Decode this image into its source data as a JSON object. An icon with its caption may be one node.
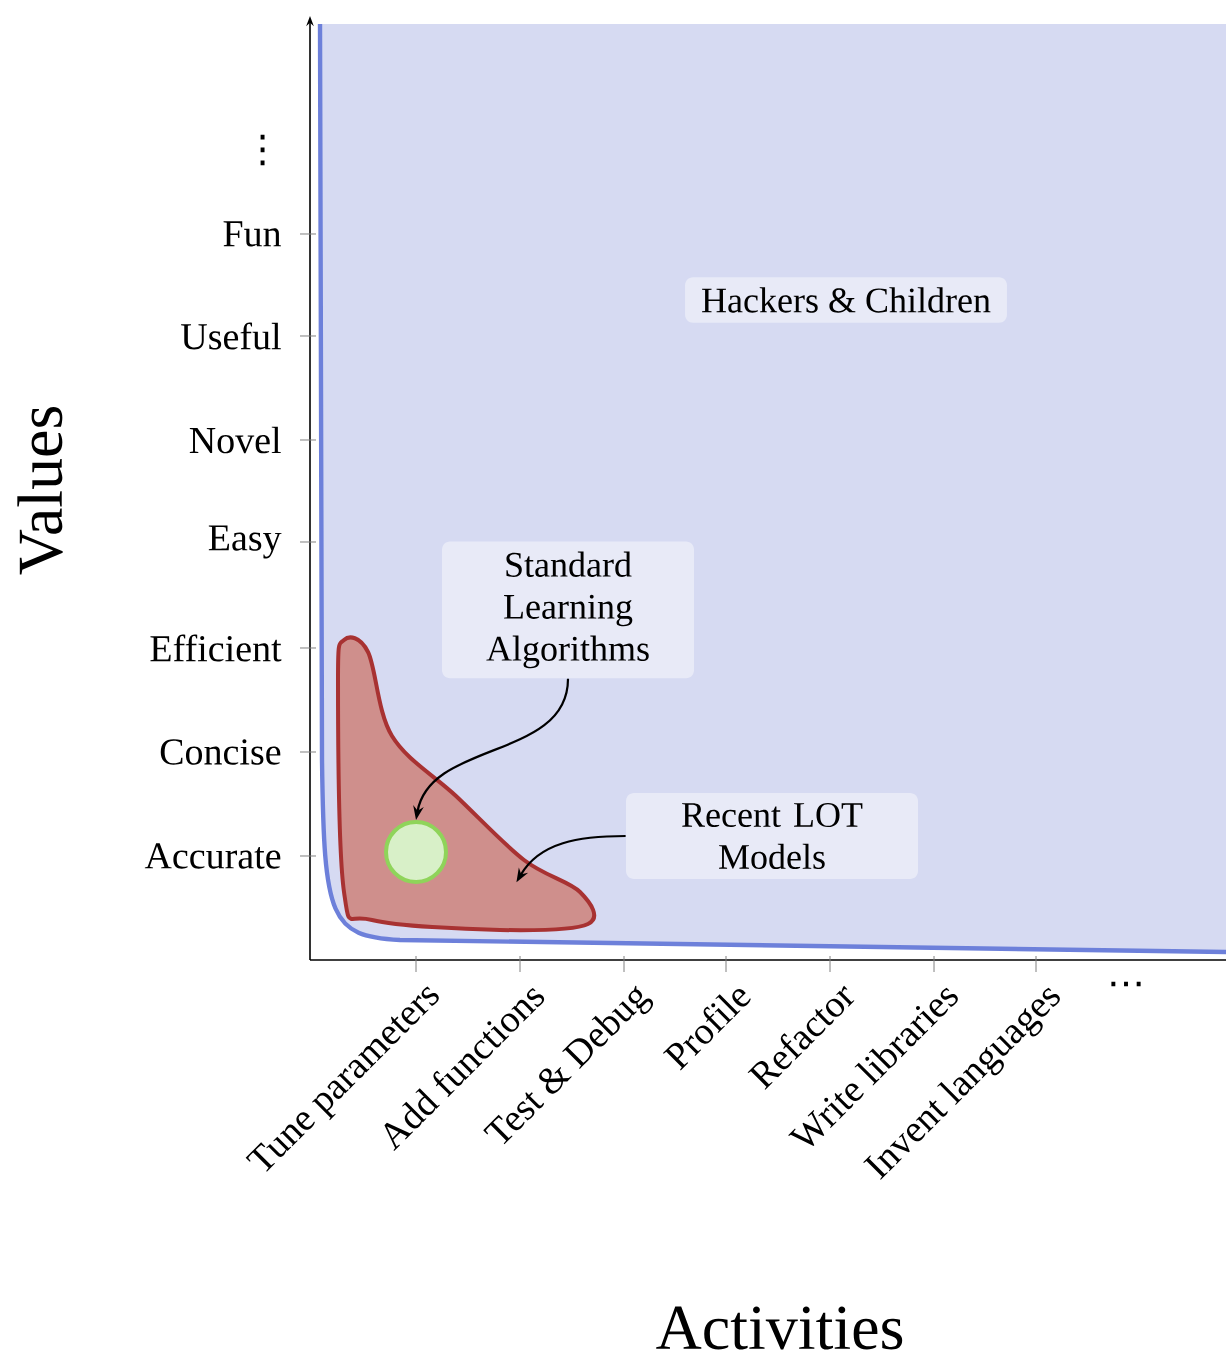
{
  "diagram": {
    "nodes": [
      {
        "text": [
          "Hackers & Children"
        ]
      },
      {
        "text": [],
        "shape": "blob",
        "in": 0
      },
      {
        "text": [],
        "shape": "circle",
        "in": 1
      },
      {
        "text": [
          "Standard Learning Algorithms"
        ],
        "in": 0
      },
      {
        "text": [
          "Recent LOT Models"
        ],
        "in": 0
      }
    ],
    "edges": [
      {
        "from": 3,
        "to": 2,
        "arrow": "to"
      },
      {
        "from": 4,
        "to": 1,
        "arrow": "to"
      }
    ],
    "labels": [
      "⋮",
      "Fun",
      "Useful",
      "Novel",
      "Easy",
      "Efficient",
      "Concise",
      "Accurate",
      "Values",
      "Tune parameters",
      "Add functions",
      "Test & Debug",
      "Profile",
      "Refactor",
      "Write libraries",
      "Invent languages",
      "…",
      "Activities"
    ]
  }
}
